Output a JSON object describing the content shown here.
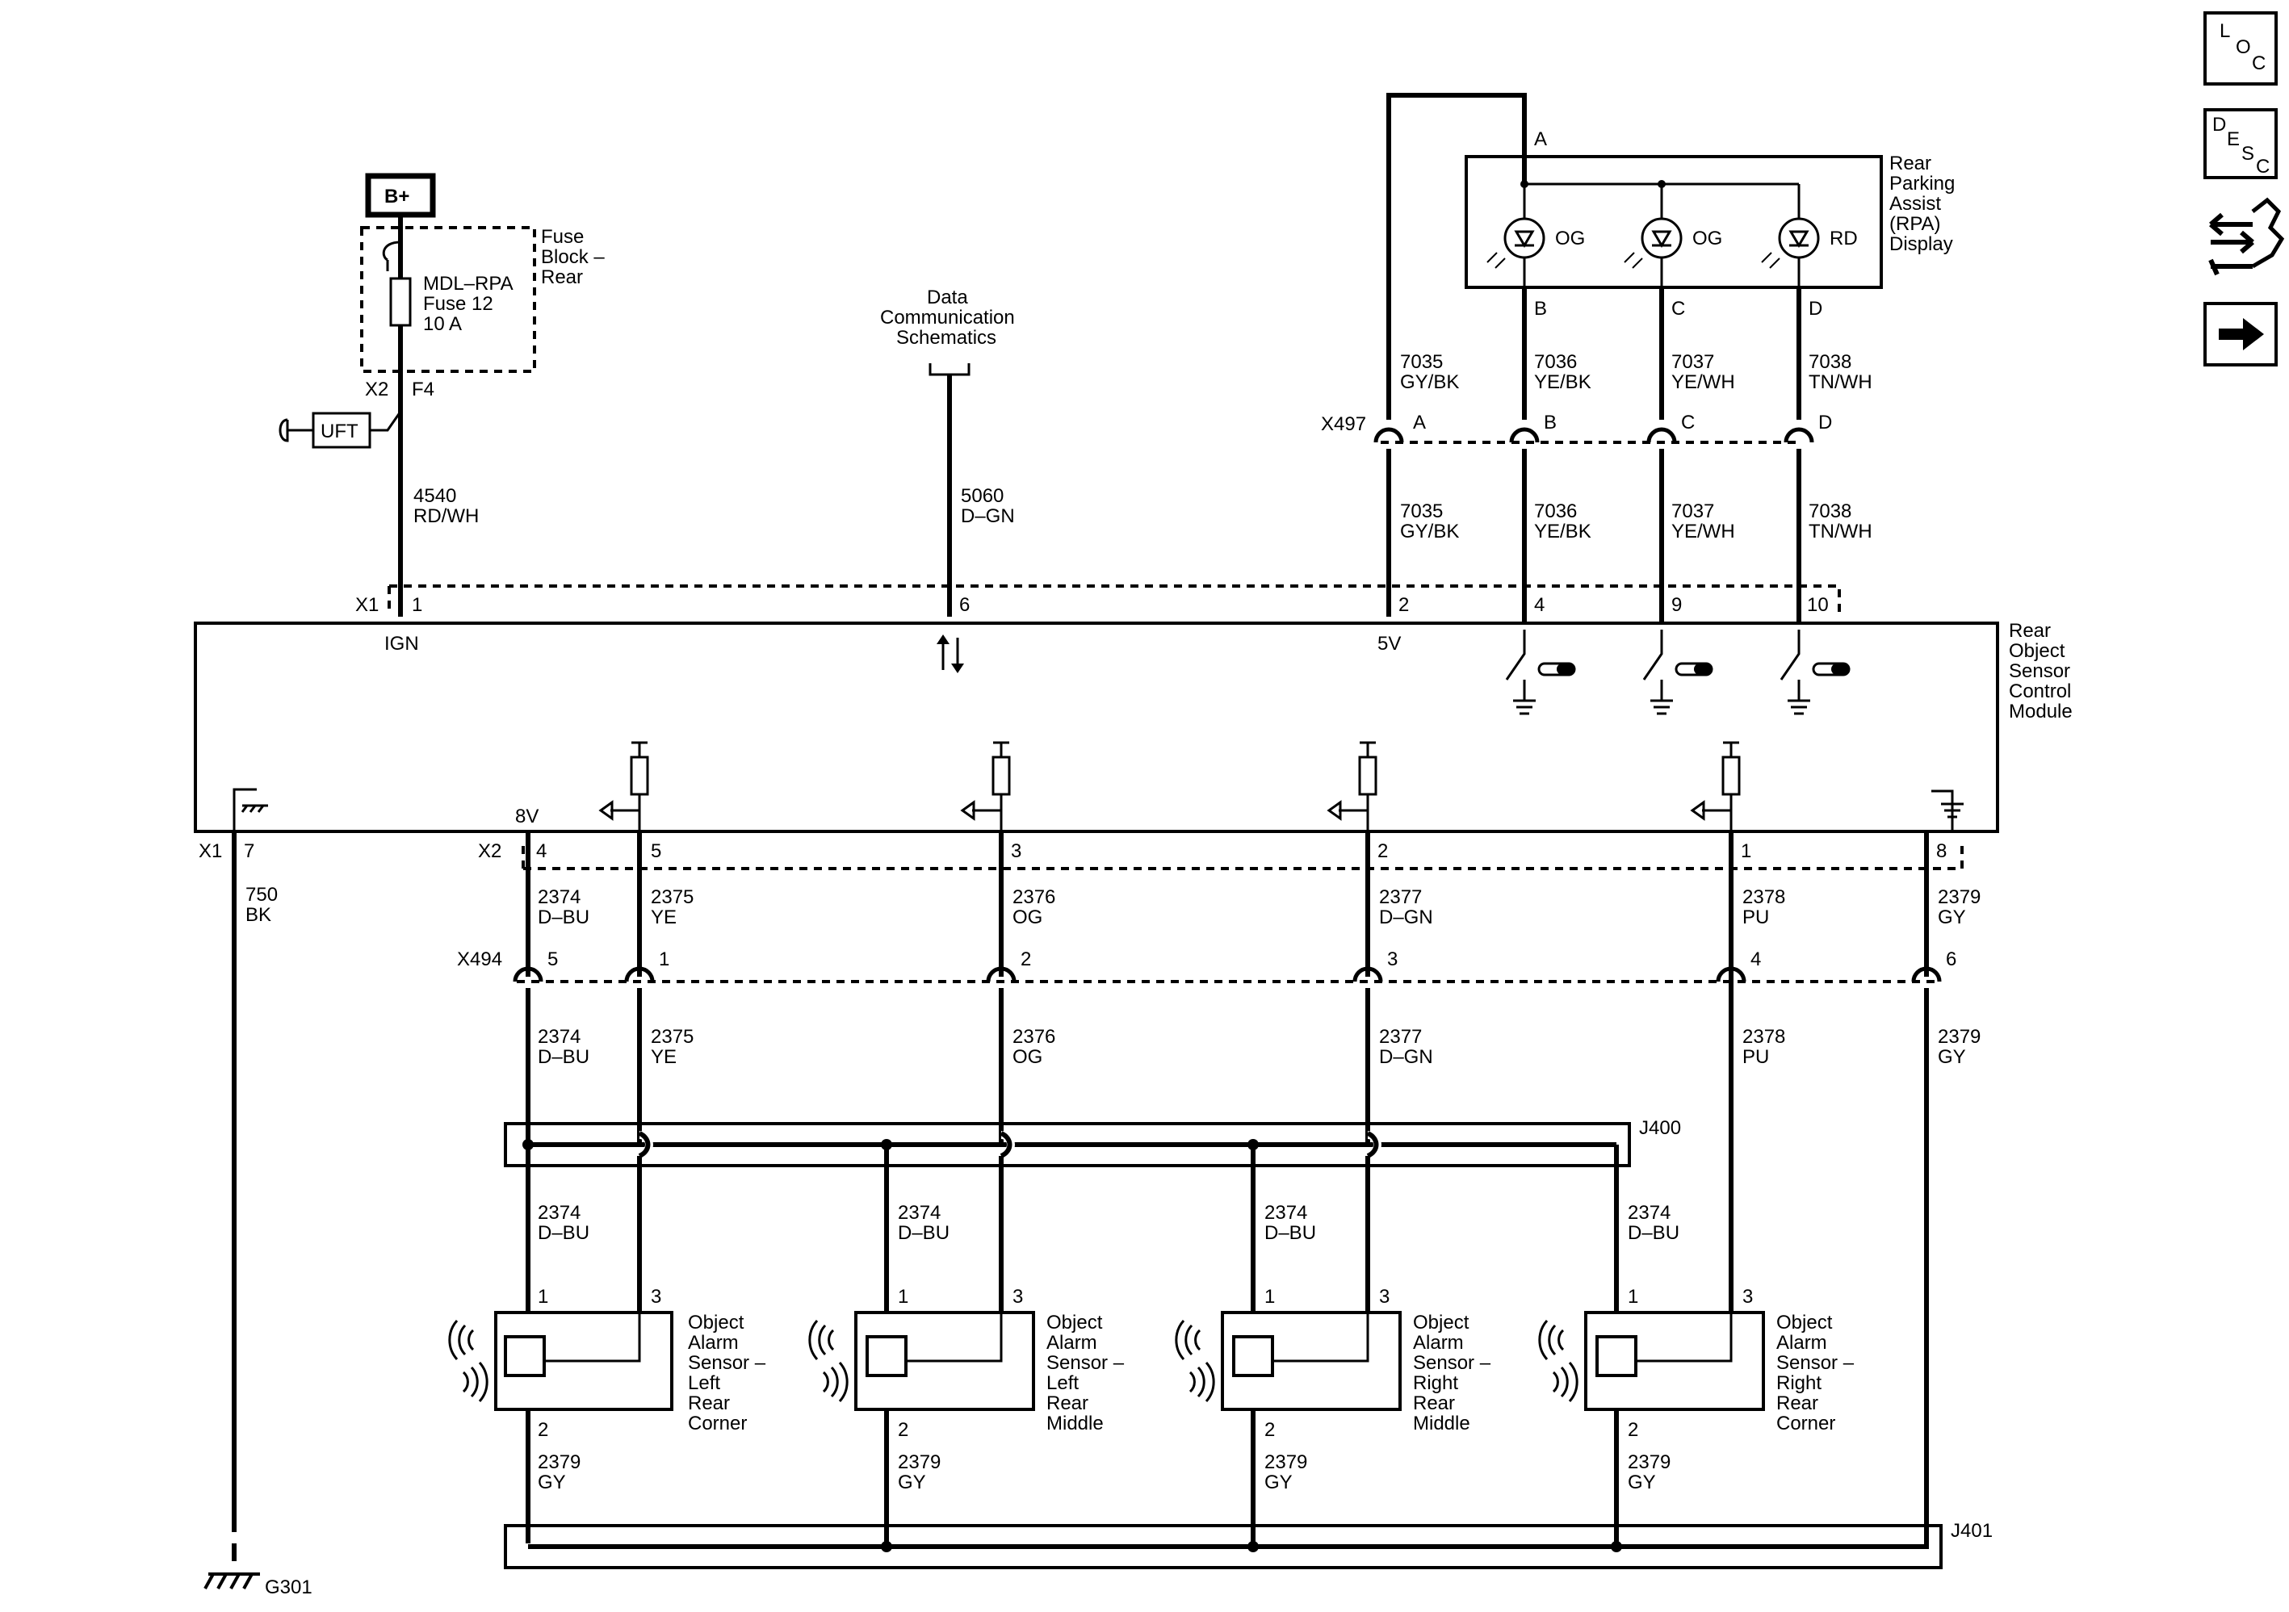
{
  "side_buttons": {
    "loc": [
      "L",
      "O",
      "C"
    ],
    "desc": [
      "D",
      "E",
      "S",
      "C"
    ]
  },
  "power": {
    "bplus": "B+",
    "fuse_block": [
      "Fuse",
      "Block –",
      "Rear"
    ],
    "fuse": [
      "MDL–RPA",
      "Fuse 12",
      "10 A"
    ],
    "x2": "X2",
    "f4": "F4",
    "uft": "UFT",
    "wire": [
      "4540",
      "RD/WH"
    ]
  },
  "data_comm": {
    "label": [
      "Data",
      "Communication",
      "Schematics"
    ],
    "wire": [
      "5060",
      "D–GN"
    ]
  },
  "rpa": {
    "title": [
      "Rear",
      "Parking",
      "Assist",
      "(RPA)",
      "Display"
    ],
    "pins_top": [
      "A",
      "B",
      "C",
      "D"
    ],
    "leds": [
      "OG",
      "OG",
      "RD"
    ],
    "wires_upper": [
      [
        "7035",
        "GY/BK"
      ],
      [
        "7036",
        "YE/BK"
      ],
      [
        "7037",
        "YE/WH"
      ],
      [
        "7038",
        "TN/WH"
      ]
    ],
    "connector": "X497",
    "conn_pins": [
      "A",
      "B",
      "C",
      "D"
    ],
    "wires_lower": [
      [
        "7035",
        "GY/BK"
      ],
      [
        "7036",
        "YE/BK"
      ],
      [
        "7037",
        "YE/WH"
      ],
      [
        "7038",
        "TN/WH"
      ]
    ]
  },
  "module": {
    "title": [
      "Rear",
      "Object",
      "Sensor",
      "Control",
      "Module"
    ],
    "x1_top": "X1",
    "top_pins": [
      "1",
      "6",
      "2",
      "4",
      "9",
      "10"
    ],
    "ign": "IGN",
    "v5": "5V",
    "v8": "8V",
    "x1_bottom": "X1",
    "x1_pin": "7",
    "x2": "X2",
    "bottom_pins": [
      "4",
      "5",
      "3",
      "2",
      "1",
      "8"
    ]
  },
  "ground": {
    "wire": [
      "750",
      "BK"
    ],
    "name": "G301"
  },
  "wires_upper": [
    [
      "2374",
      "D–BU"
    ],
    [
      "2375",
      "YE"
    ],
    [
      "2376",
      "OG"
    ],
    [
      "2377",
      "D–GN"
    ],
    [
      "2378",
      "PU"
    ],
    [
      "2379",
      "GY"
    ]
  ],
  "x494": {
    "name": "X494",
    "pins": [
      "5",
      "1",
      "2",
      "3",
      "4",
      "6"
    ]
  },
  "wires_lower": [
    [
      "2374",
      "D–BU"
    ],
    [
      "2375",
      "YE"
    ],
    [
      "2376",
      "OG"
    ],
    [
      "2377",
      "D–GN"
    ],
    [
      "2378",
      "PU"
    ],
    [
      "2379",
      "GY"
    ]
  ],
  "j400": "J400",
  "j401": "J401",
  "sensor_feed": [
    "2374",
    "D–BU"
  ],
  "sensor_ground": [
    "2379",
    "GY"
  ],
  "sensor_pins": [
    "1",
    "3",
    "2"
  ],
  "sensors": [
    [
      "Object",
      "Alarm",
      "Sensor –",
      "Left",
      "Rear",
      "Corner"
    ],
    [
      "Object",
      "Alarm",
      "Sensor –",
      "Left",
      "Rear",
      "Middle"
    ],
    [
      "Object",
      "Alarm",
      "Sensor –",
      "Right",
      "Rear",
      "Middle"
    ],
    [
      "Object",
      "Alarm",
      "Sensor –",
      "Right",
      "Rear",
      "Corner"
    ]
  ]
}
